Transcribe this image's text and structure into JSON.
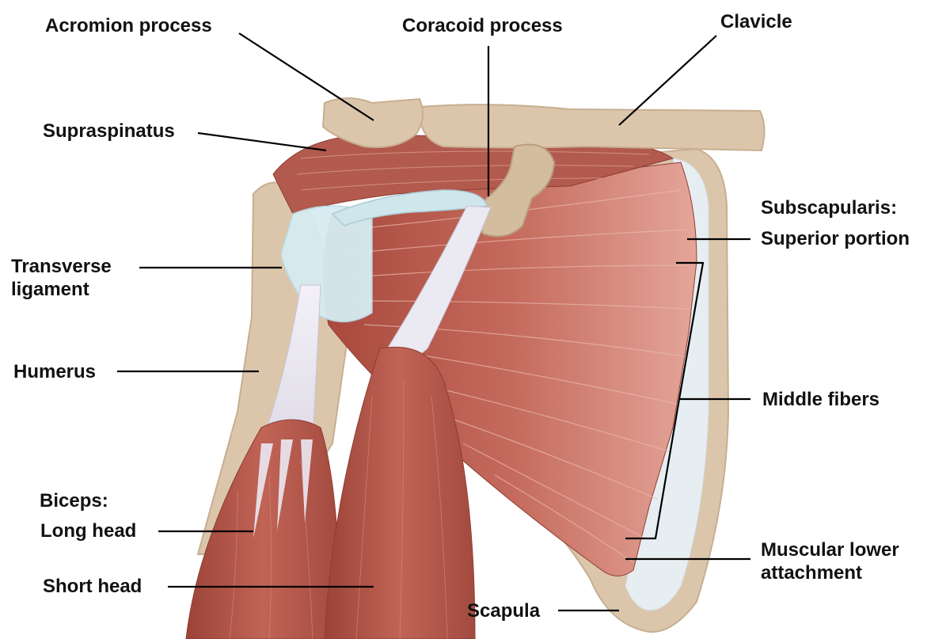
{
  "labels": {
    "acromion": "Acromion process",
    "coracoid": "Coracoid process",
    "clavicle": "Clavicle",
    "supraspinatus": "Supraspinatus",
    "subscapularis": "Subscapularis:",
    "superior_portion": "Superior portion",
    "transverse_1": "Transverse",
    "transverse_2": "ligament",
    "humerus": "Humerus",
    "middle_fibers": "Middle fibers",
    "biceps": "Biceps:",
    "long_head": "Long head",
    "muscular_lower_1": "Muscular lower",
    "muscular_lower_2": "attachment",
    "short_head": "Short head",
    "scapula": "Scapula"
  },
  "colors": {
    "bone": "#dcc6ab",
    "bone_shadow": "#c7ae90",
    "muscle": "#b5594d",
    "muscle_dark": "#8e3b32",
    "muscle_light": "#d58a7c",
    "tendon": "#e9e6f0",
    "ligament": "#cfe9ee",
    "cartilage": "#e7eef1",
    "leader_line": "#000000"
  }
}
